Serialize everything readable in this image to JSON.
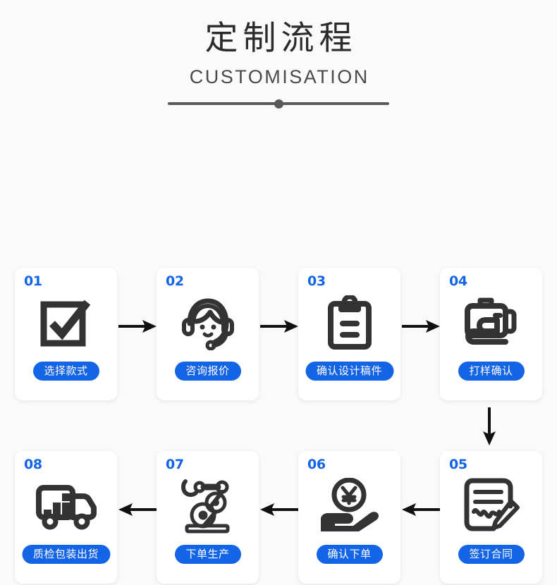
{
  "header": {
    "title": "定制流程",
    "subtitle": "CUSTOMISATION",
    "divider_icon": "divider-with-dot"
  },
  "theme": {
    "accent": "#1464E6",
    "icon": "#333333",
    "page_bg": "#FAFAFA",
    "card_bg": "#FFFFFF",
    "title_color": "#2B2B2B",
    "divider_color": "#595959",
    "arrow_color": "#111111"
  },
  "flow": {
    "top_row": [
      {
        "number": "01",
        "label": "选择款式",
        "icon": "checkbox-check-icon"
      },
      {
        "number": "02",
        "label": "咨询报价",
        "icon": "headset-support-icon"
      },
      {
        "number": "03",
        "label": "确认设计稿件",
        "icon": "clipboard-icon"
      },
      {
        "number": "04",
        "label": "打样确认",
        "icon": "sewing-machine-icon"
      }
    ],
    "bottom_row": [
      {
        "number": "08",
        "label": "质检包装出货",
        "icon": "delivery-truck-icon"
      },
      {
        "number": "07",
        "label": "下单生产",
        "icon": "robot-arm-icon"
      },
      {
        "number": "06",
        "label": "确认下单",
        "icon": "hand-yen-coin-icon"
      },
      {
        "number": "05",
        "label": "签订合同",
        "icon": "contract-signing-icon"
      }
    ],
    "arrows": {
      "top_1": "arrow-right-icon",
      "top_2": "arrow-right-icon",
      "top_3": "arrow-right-icon",
      "down": "arrow-down-icon",
      "bottom_1": "arrow-left-icon",
      "bottom_2": "arrow-left-icon",
      "bottom_3": "arrow-left-icon"
    }
  }
}
